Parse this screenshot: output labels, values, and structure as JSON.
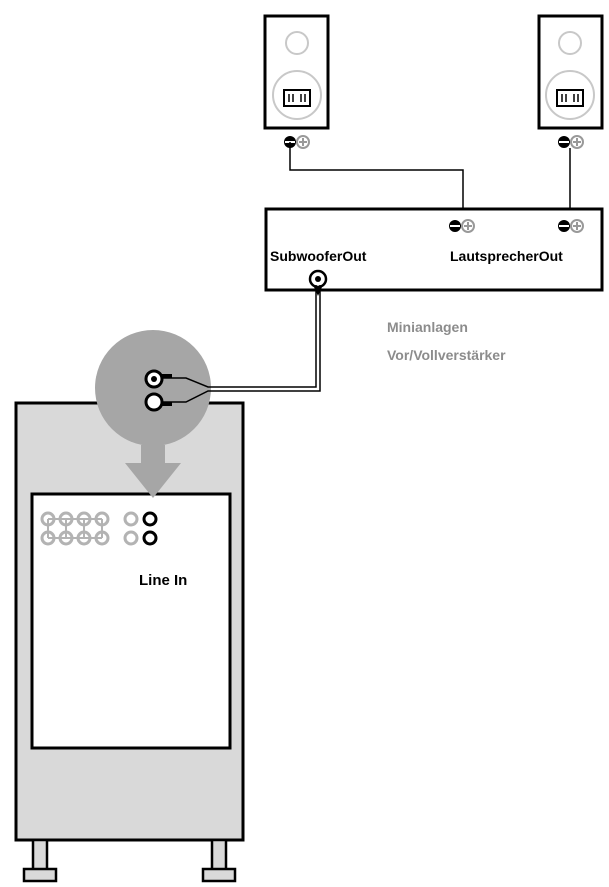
{
  "labels": {
    "subwoofer_out": "SubwooferOut",
    "speaker_out": "LautsprecherOut",
    "amp_line1": "Minianlagen",
    "amp_line2": "Vor/Vollverstärker",
    "line_in": "Line In"
  },
  "colors": {
    "line": "#000000",
    "panel_gray": "#d9d9d9",
    "callout_gray": "#a6a6a6",
    "caption_gray": "#8c8c8c",
    "knob_gray": "#b3b3b3"
  },
  "icons": [
    "speaker-icon",
    "minus-terminal-icon",
    "plus-terminal-icon",
    "rca-jack-icon",
    "arrow-down-icon",
    "knob-icon"
  ]
}
